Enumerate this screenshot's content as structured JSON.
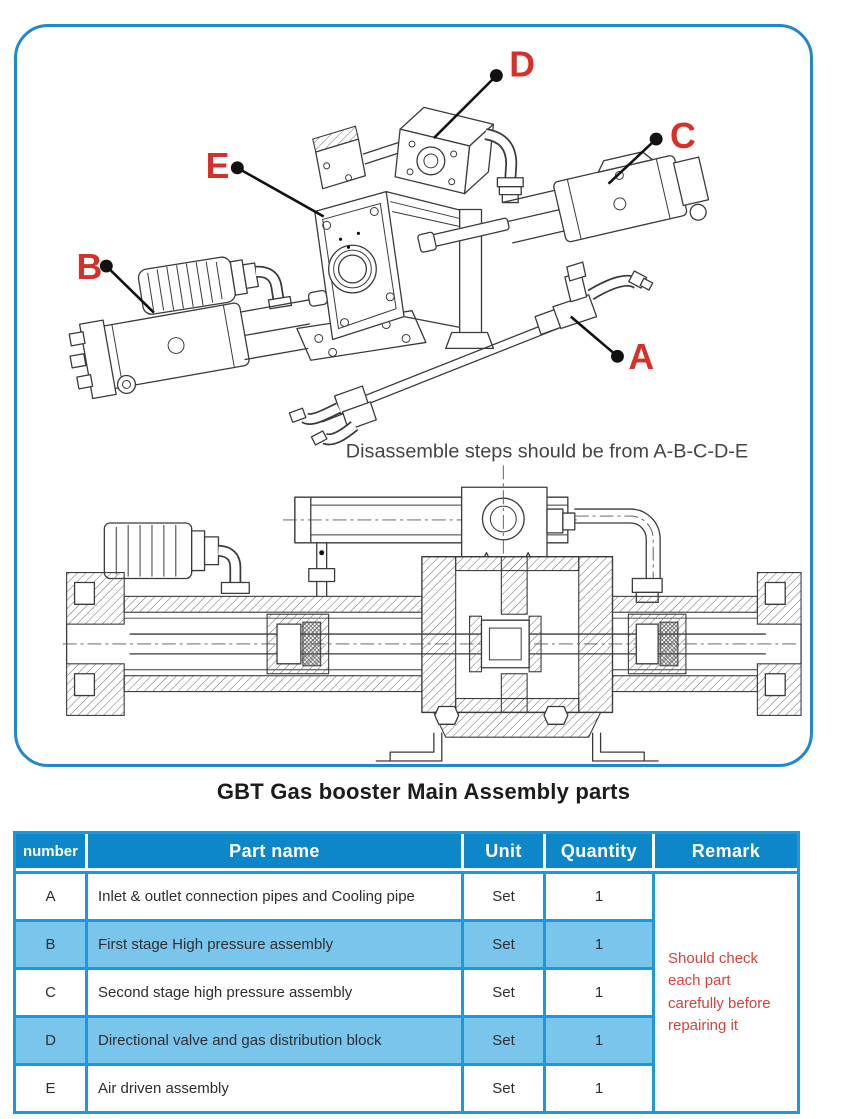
{
  "page": {
    "title": "GBT Gas booster Main Assembly parts"
  },
  "diagram": {
    "caption": "Disassemble steps should be from A-B-C-D-E",
    "labels": [
      {
        "id": "A",
        "text": "A"
      },
      {
        "id": "B",
        "text": "B"
      },
      {
        "id": "C",
        "text": "C"
      },
      {
        "id": "D",
        "text": "D"
      },
      {
        "id": "E",
        "text": "E"
      }
    ],
    "colors": {
      "panel_border": "#2089cb",
      "label_red": "#d5312a",
      "line_art": "#3a3a3a",
      "caption_text": "#454545"
    }
  },
  "table": {
    "headers": [
      "number",
      "Part name",
      "Unit",
      "Quantity",
      "Remark"
    ],
    "rows": [
      {
        "number": "A",
        "part_name": "Inlet & outlet connection pipes and Cooling pipe",
        "unit": "Set",
        "quantity": "1"
      },
      {
        "number": "B",
        "part_name": "First stage High pressure assembly",
        "unit": "Set",
        "quantity": "1"
      },
      {
        "number": "C",
        "part_name": "Second stage high pressure assembly",
        "unit": "Set",
        "quantity": "1"
      },
      {
        "number": "D",
        "part_name": "Directional valve and gas distribution block",
        "unit": "Set",
        "quantity": "1"
      },
      {
        "number": "E",
        "part_name": "Air driven assembly",
        "unit": "Set",
        "quantity": "1"
      }
    ],
    "remark": "Should check each part carefully before repairing it",
    "colors": {
      "header_bg": "#0e87c9",
      "header_text": "#ffffff",
      "alt_row_bg": "#79c5ec",
      "grid": "#1e98d8",
      "remark_text": "#d8423a"
    }
  }
}
